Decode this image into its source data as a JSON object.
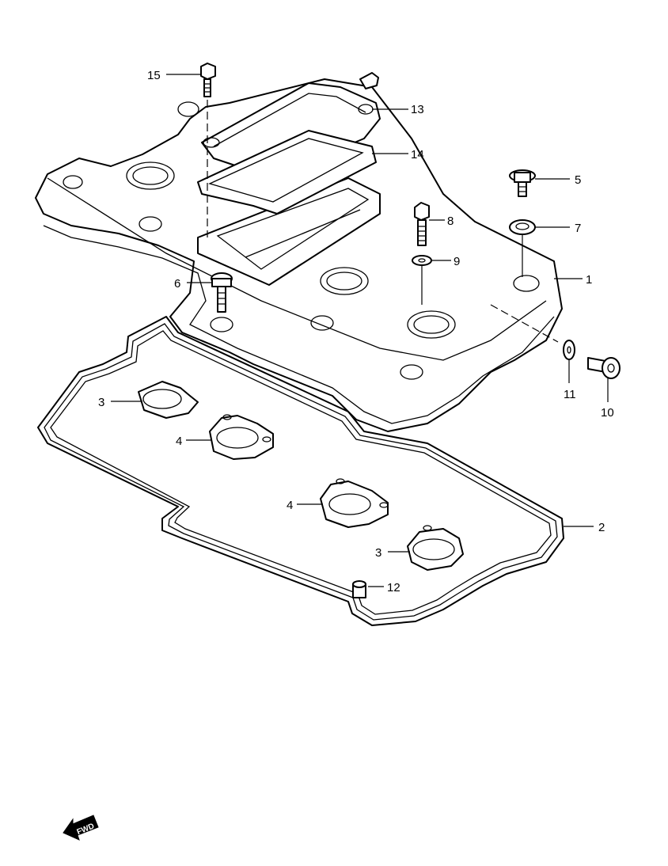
{
  "diagram": {
    "callouts": [
      {
        "id": "c15",
        "label": "15"
      },
      {
        "id": "c13",
        "label": "13"
      },
      {
        "id": "c14",
        "label": "14"
      },
      {
        "id": "c5",
        "label": "5"
      },
      {
        "id": "c8",
        "label": "8"
      },
      {
        "id": "c7",
        "label": "7"
      },
      {
        "id": "c9",
        "label": "9"
      },
      {
        "id": "c1",
        "label": "1"
      },
      {
        "id": "c6",
        "label": "6"
      },
      {
        "id": "c11",
        "label": "11"
      },
      {
        "id": "c10",
        "label": "10"
      },
      {
        "id": "c3a",
        "label": "3"
      },
      {
        "id": "c4a",
        "label": "4"
      },
      {
        "id": "c4b",
        "label": "4"
      },
      {
        "id": "c2",
        "label": "2"
      },
      {
        "id": "c3b",
        "label": "3"
      },
      {
        "id": "c12",
        "label": "12"
      }
    ],
    "forward_marker": {
      "label": "FWD",
      "icon": "forward-arrow-icon"
    }
  }
}
